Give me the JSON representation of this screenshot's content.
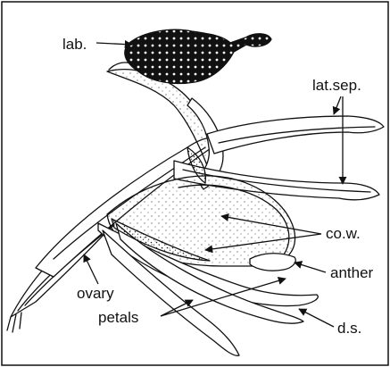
{
  "labels": {
    "labellum": "lab.",
    "lateral_sepals": "lat.sep.",
    "column_wings": "co.w.",
    "anther": "anther",
    "ovary": "ovary",
    "petals": "petals",
    "dorsal_sepal": "d.s."
  },
  "colors": {
    "ink": "#111111",
    "background": "#ffffff"
  }
}
